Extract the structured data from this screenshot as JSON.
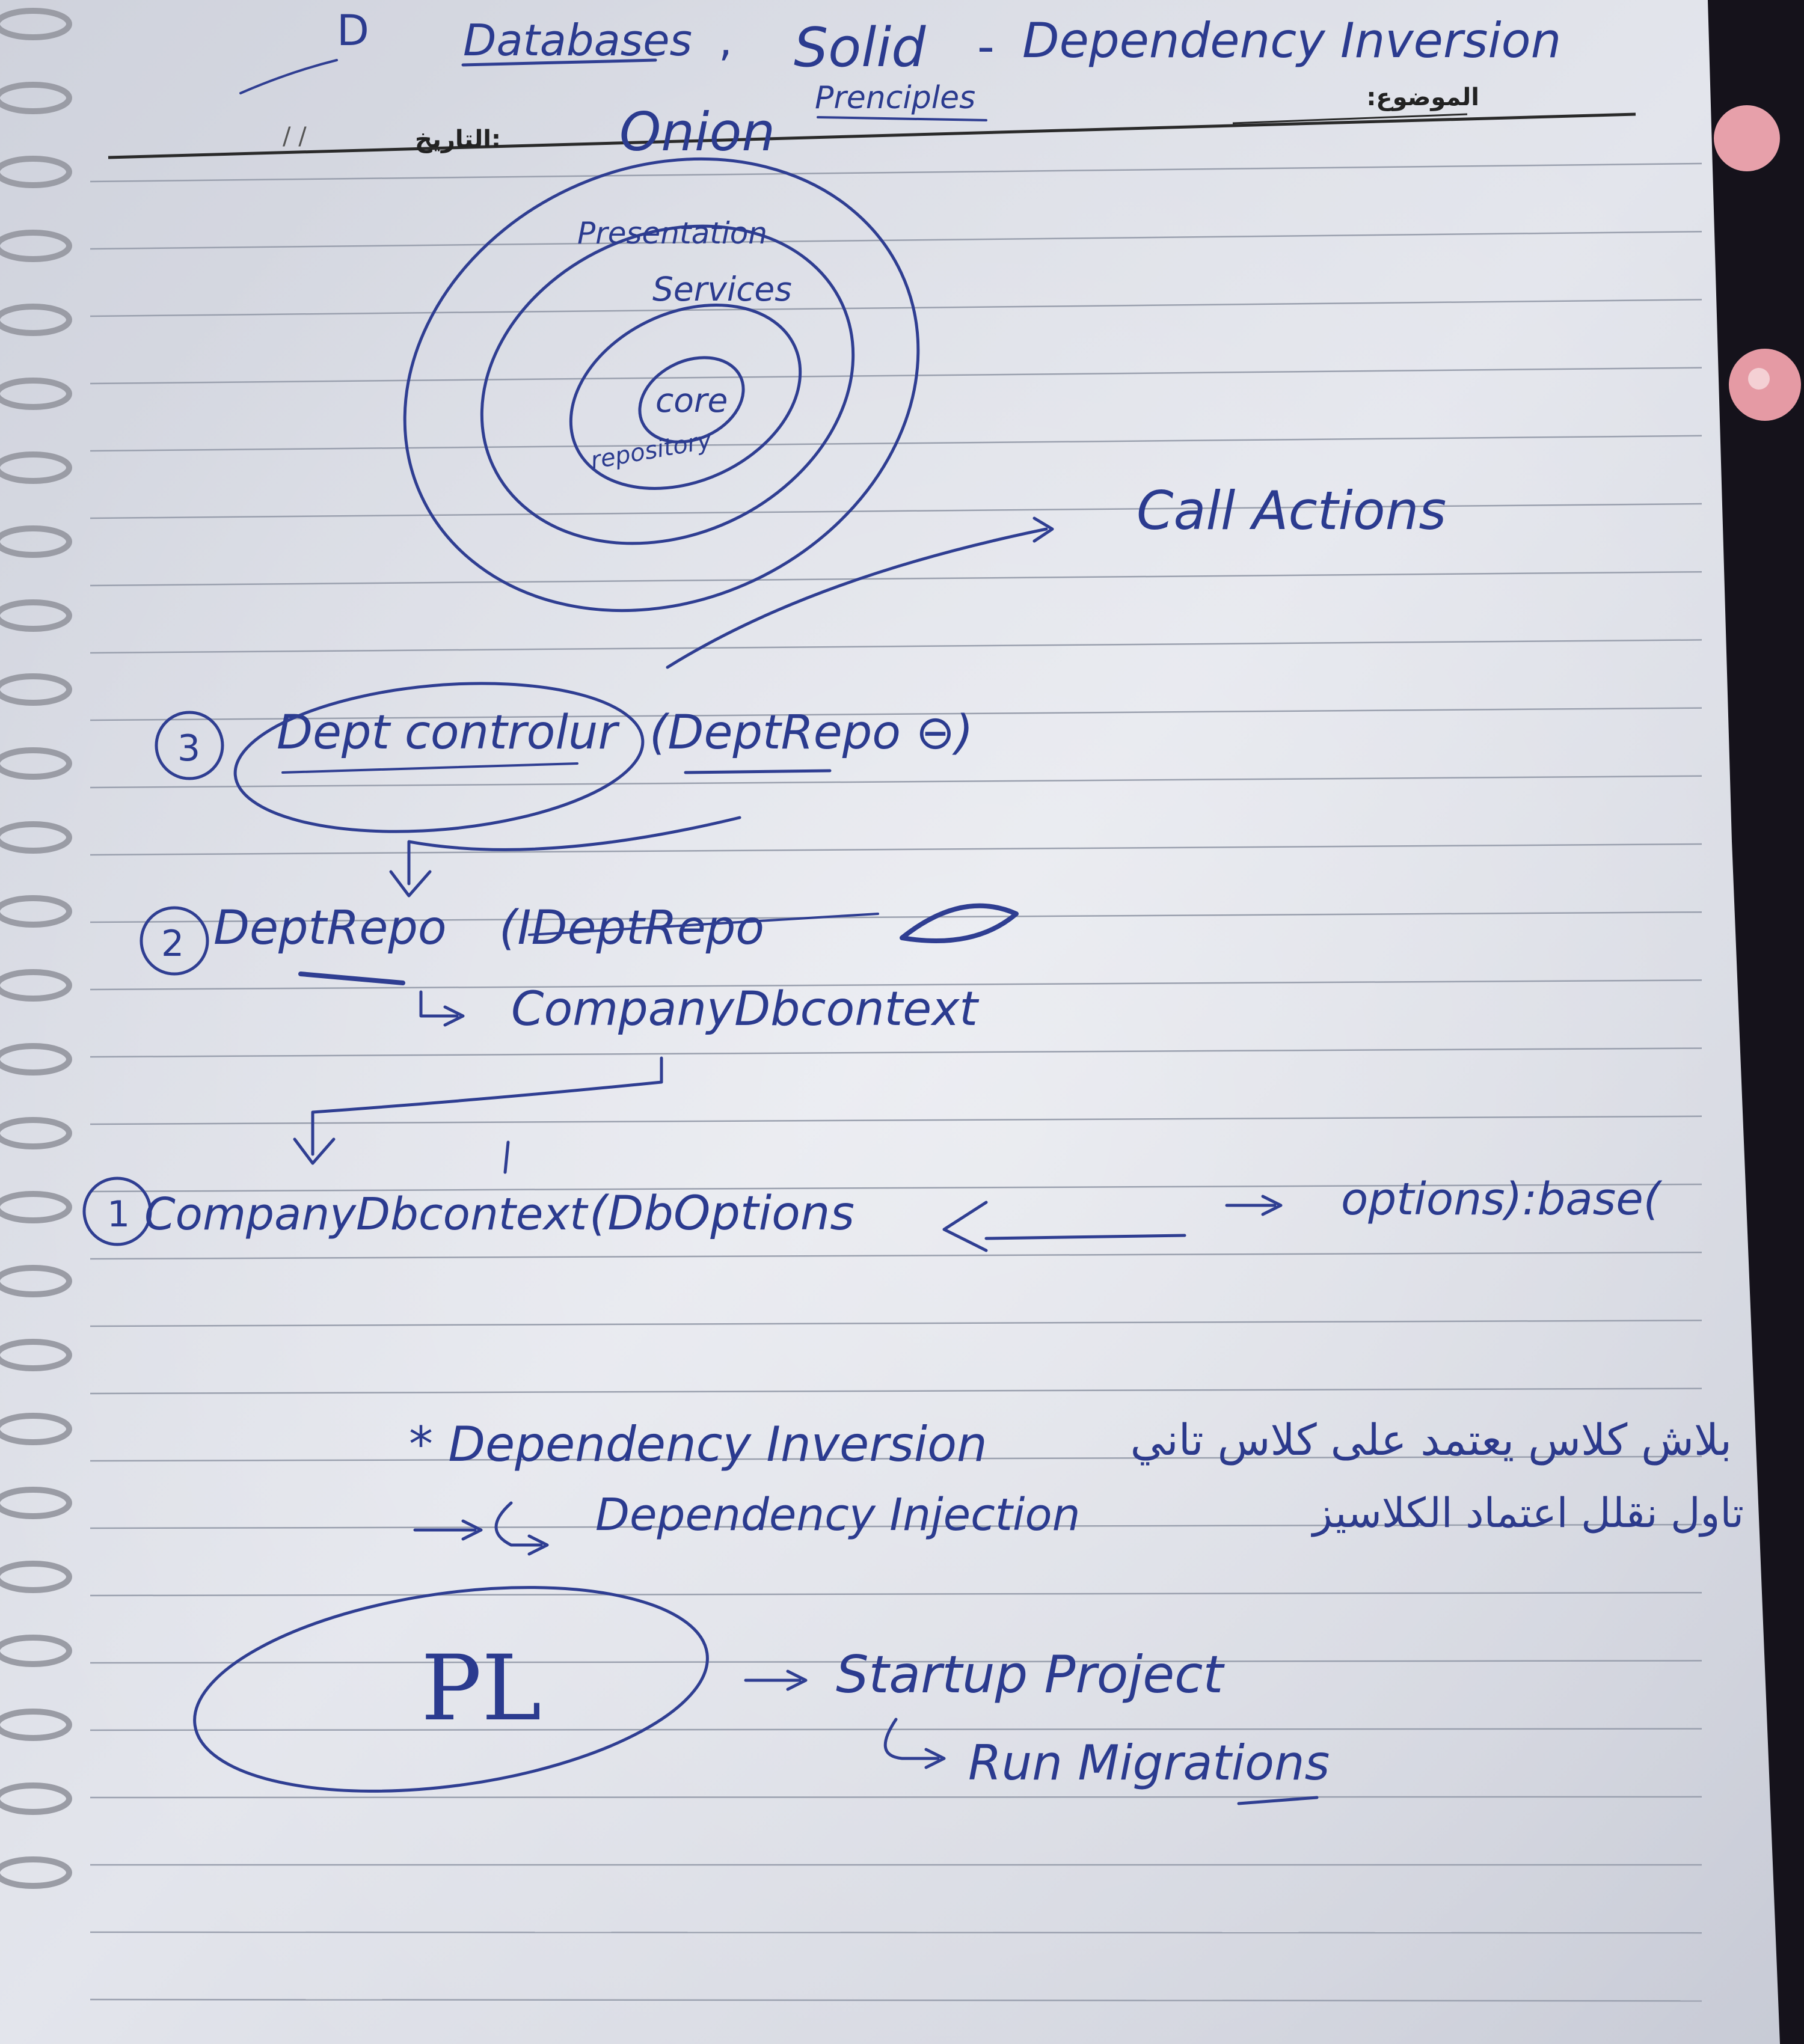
{
  "header": {
    "subject_label": "الموضوع:",
    "date_label": "التاريخ:",
    "date_value": "/    /"
  },
  "title": {
    "marker": "D",
    "databases": "Databases",
    "comma": ",",
    "solid": "Solid",
    "dash": "-",
    "dependency_inversion": "Dependency Inversion",
    "principles": "Prenciples",
    "onion": "Onion"
  },
  "onion_diagram": {
    "layers": [
      "Presentation",
      "Services",
      "core",
      "repository"
    ],
    "call_actions": "Call Actions"
  },
  "steps": [
    {
      "number": "3",
      "text": "Dept controlur",
      "args": "(DeptRepo ⊖)"
    },
    {
      "number": "2",
      "text": "DeptRepo",
      "args": "(IDeptRepo",
      "sub": "CompanyDbcontext"
    },
    {
      "number": "1",
      "text": "CompanyDbcontext",
      "args": "(DbOptions",
      "tail": "options):base("
    }
  ],
  "notes": {
    "dependency_inversion": "* Dependency Inversion",
    "dependency_inversion_ar": "بلاش كلاس يعتمد على كلاس تاني",
    "dependency_injection": "Dependency Injection",
    "dependency_injection_ar": "تاول نقلل اعتماد الكلاسيز"
  },
  "pl_note": {
    "label": "PL",
    "startup": "Startup Project",
    "migrations": "Run Migrations"
  },
  "colors": {
    "ink": "#2f3e92",
    "paper": "#dcdfe8",
    "rule_line": "#9aa0ae",
    "background": "#15121b"
  }
}
